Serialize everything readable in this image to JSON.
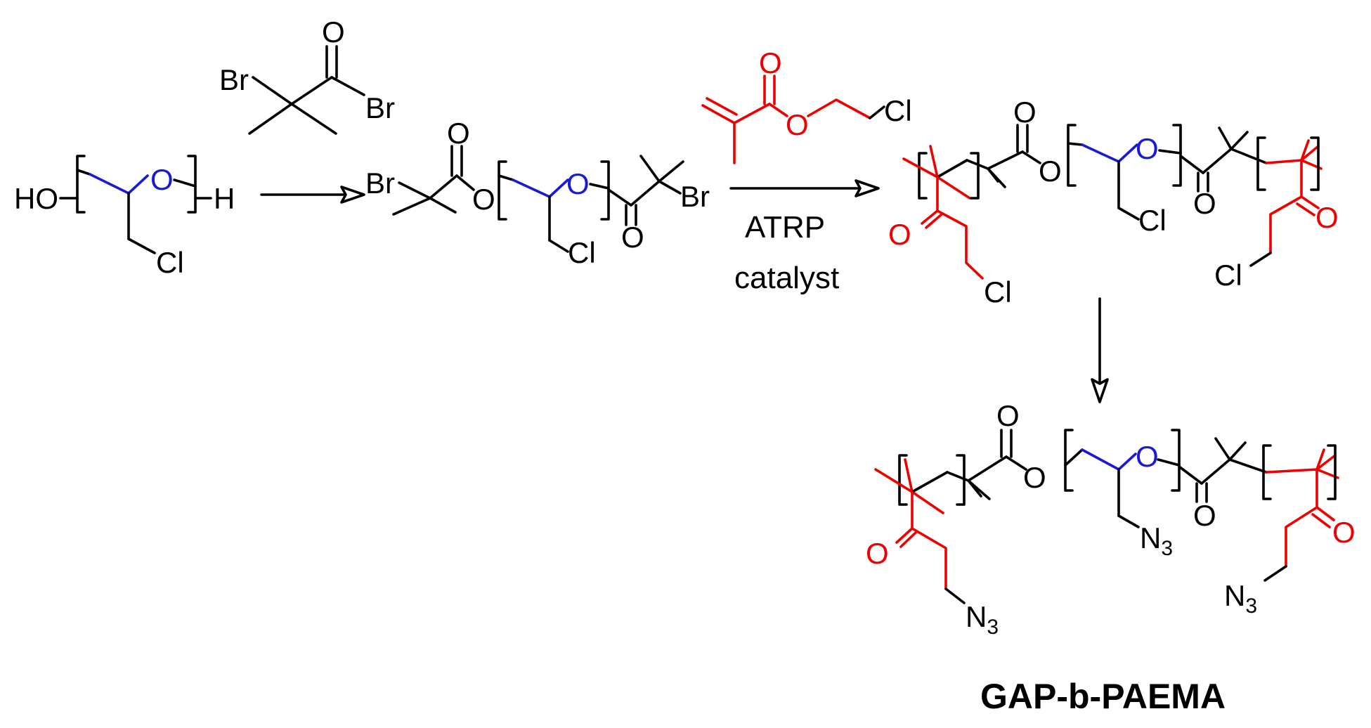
{
  "colors": {
    "black": "#000000",
    "red": "#ee0000",
    "blue": "#1a1ad6"
  },
  "atoms": {
    "br": "Br",
    "o": "O",
    "cl": "Cl",
    "h": "H",
    "ho": "HO",
    "n": "N",
    "three": "3"
  },
  "arrow1": {
    "label_line1": "ATRP",
    "label_line2": "catalyst"
  },
  "product": {
    "name": "GAP-b-PAEMA"
  }
}
